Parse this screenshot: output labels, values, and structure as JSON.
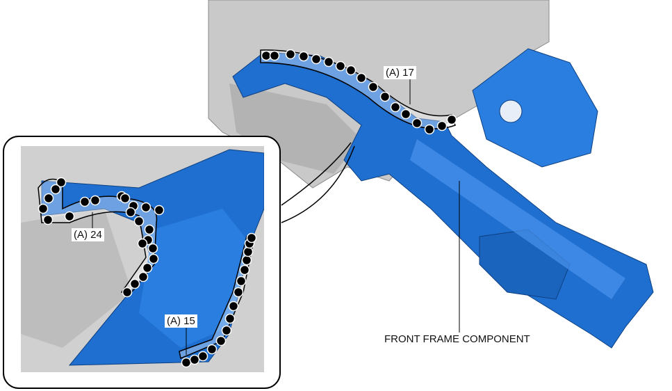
{
  "callouts": {
    "main_weld": "(A) 17",
    "inset_upper_weld": "(A) 24",
    "inset_lower_weld": "(A) 15",
    "component": "FRONT FRAME COMPONENT"
  },
  "weld_counts": {
    "main": 17,
    "inset_upper": 24,
    "inset_lower": 15
  },
  "colors": {
    "frame_blue": "#1f6fd1",
    "body_gray": "#c8c8c8",
    "weld_dot": "#000000"
  }
}
